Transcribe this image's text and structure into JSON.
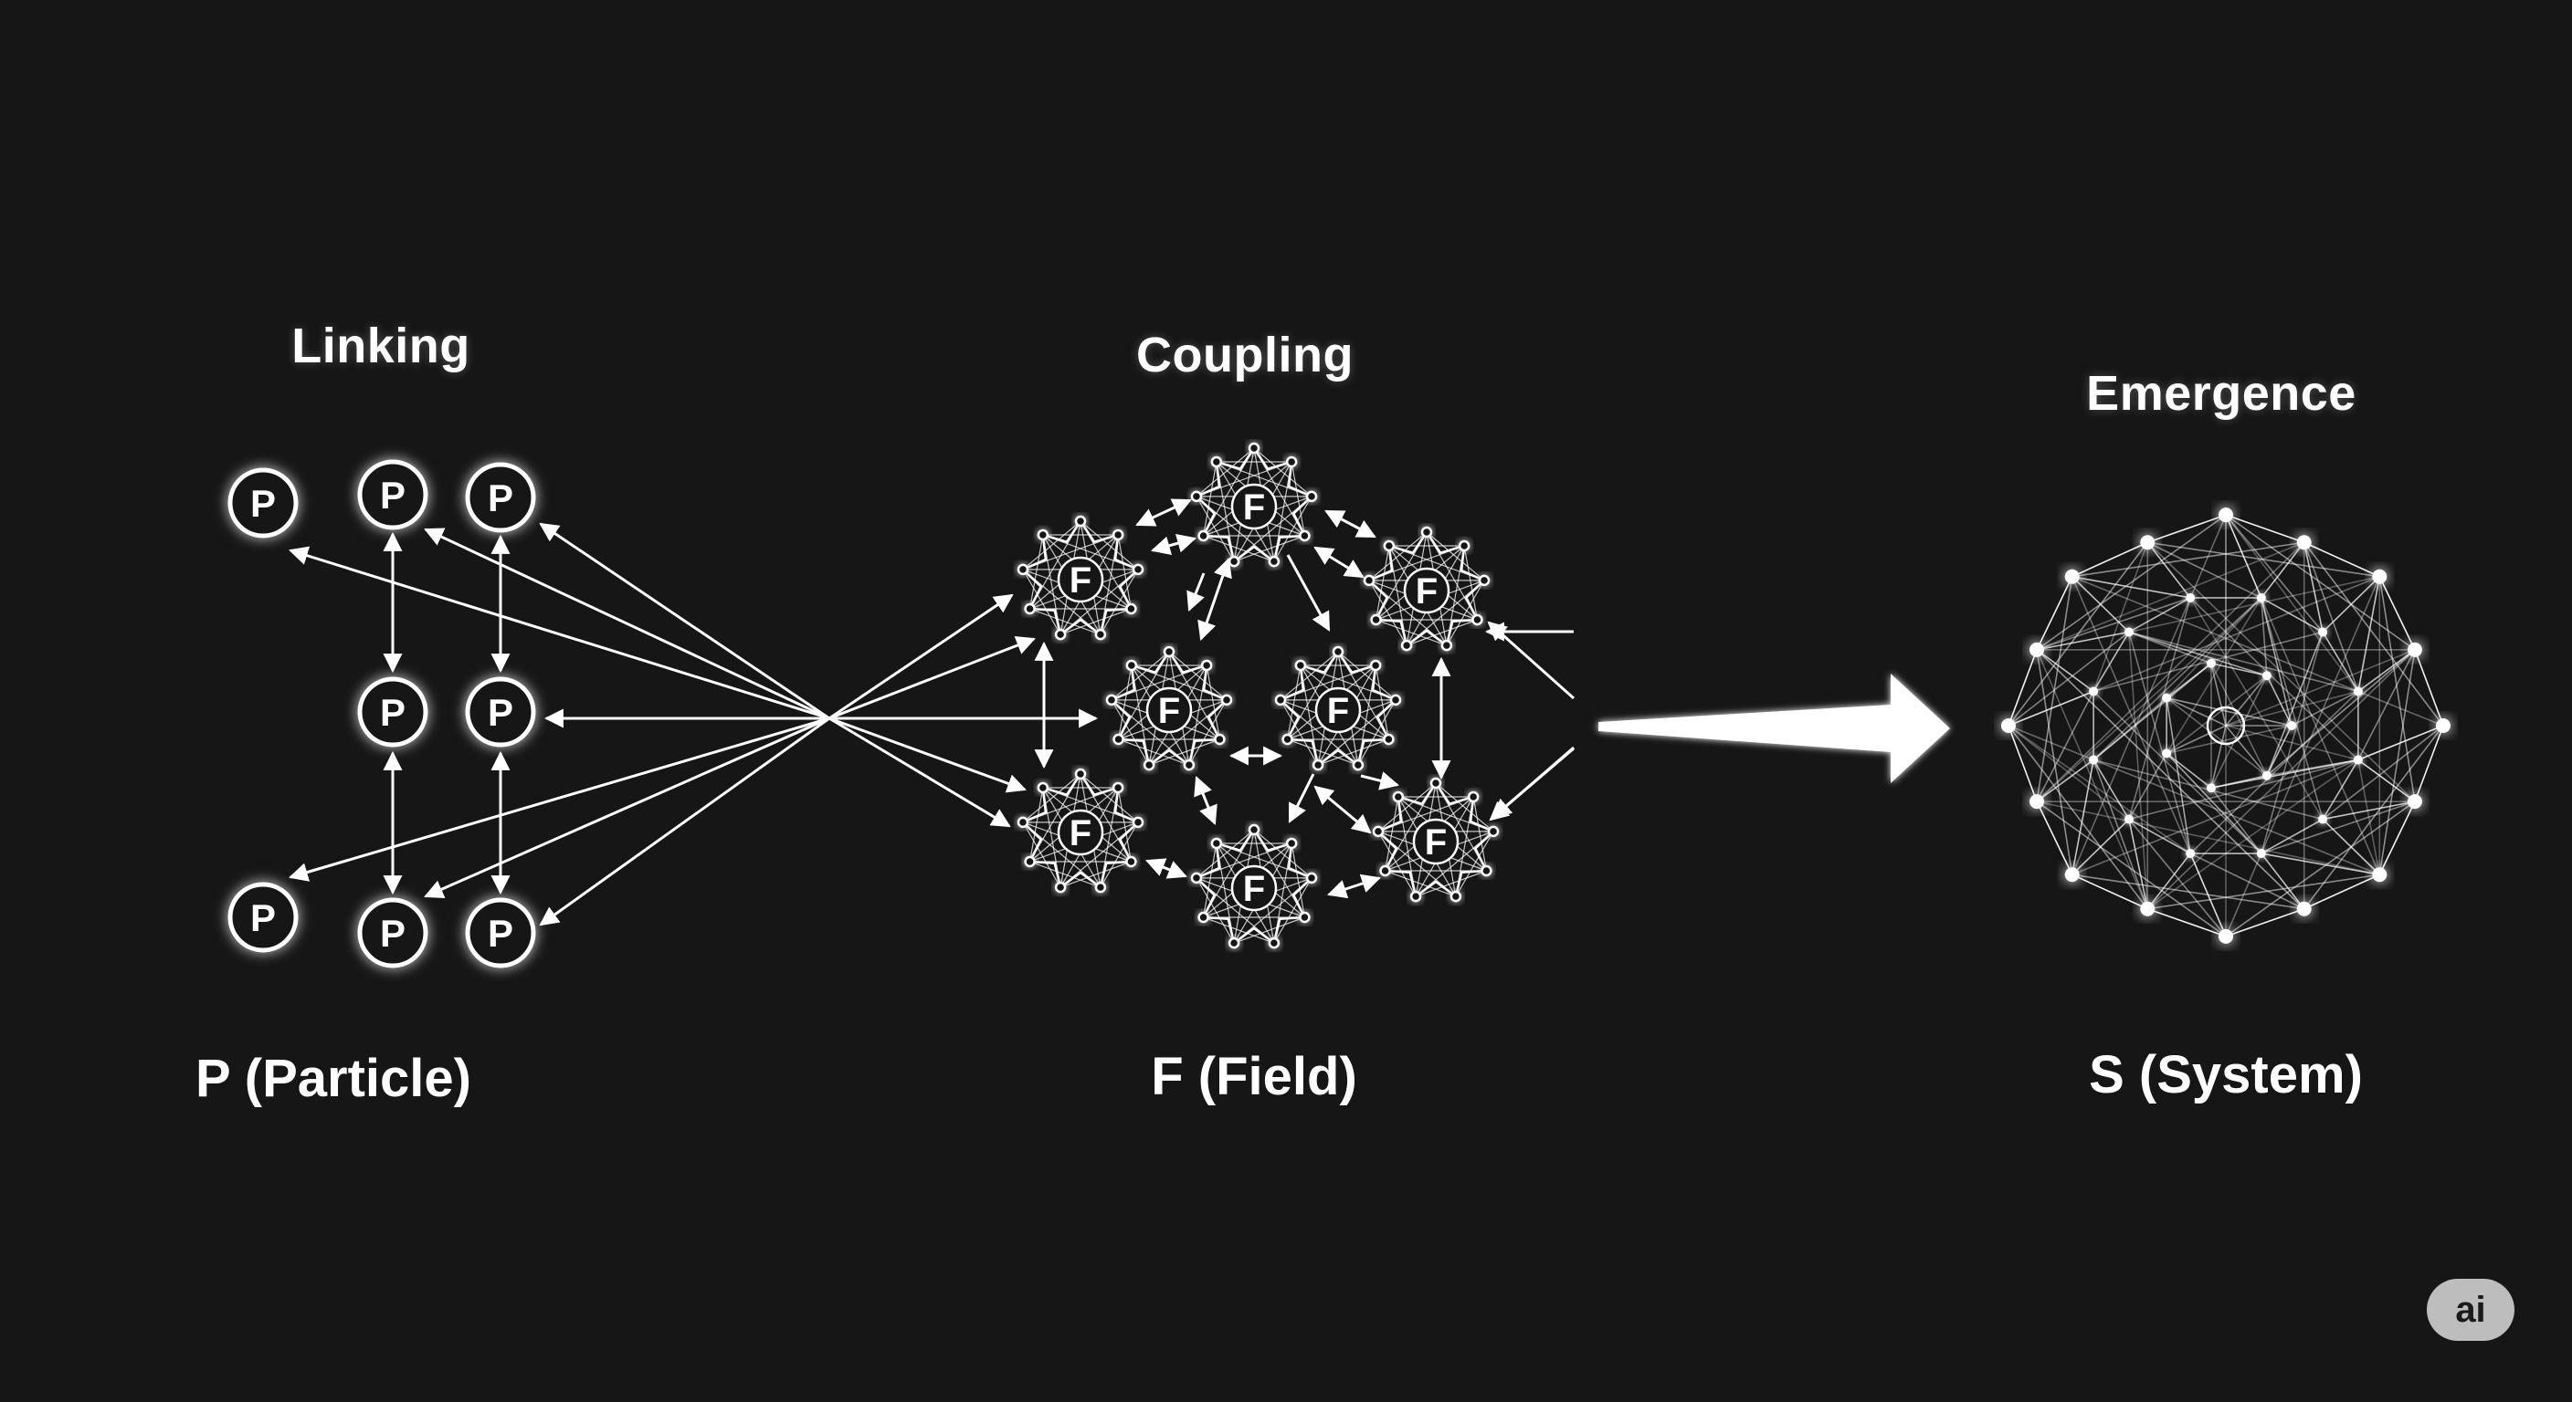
{
  "stages": {
    "linking": {
      "title": "Linking",
      "caption": "P (Particle)",
      "node_letter": "P"
    },
    "coupling": {
      "title": "Coupling",
      "caption": "F (Field)",
      "node_letter": "F"
    },
    "emergence": {
      "title": "Emergence",
      "caption": "S (System)"
    }
  },
  "watermark": {
    "label": "ai"
  },
  "colors": {
    "background": "#161616",
    "foreground": "#ffffff",
    "glow": "#ffffff",
    "watermark_bg": "#bdbdbd"
  }
}
